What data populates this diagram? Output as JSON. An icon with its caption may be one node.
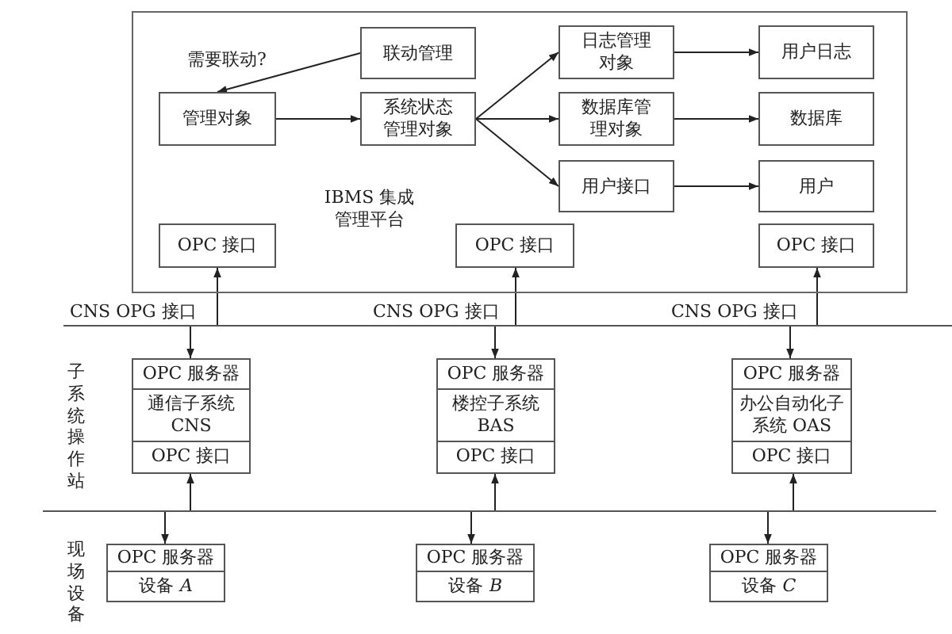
{
  "diagram": {
    "nodes": [
      {
        "text": [
          "IBMS 集成管理平台"
        ]
      },
      {
        "text": [
          "联动管理"
        ],
        "in": 0
      },
      {
        "text": [
          "管理对象"
        ],
        "in": 0
      },
      {
        "text": [
          "系统状态管理对象"
        ],
        "in": 0
      },
      {
        "text": [
          "日志管理对象"
        ],
        "in": 0
      },
      {
        "text": [
          "数据库管理对象"
        ],
        "in": 0
      },
      {
        "text": [
          "用户接口"
        ],
        "in": 0
      },
      {
        "text": [
          "用户日志"
        ],
        "in": 0
      },
      {
        "text": [
          "数据库"
        ],
        "in": 0
      },
      {
        "text": [
          "用户"
        ],
        "in": 0
      },
      {
        "text": [
          "OPC 接口"
        ],
        "in": 0
      },
      {
        "text": [
          "OPC 接口"
        ],
        "in": 0
      },
      {
        "text": [
          "OPC 接口"
        ],
        "in": 0
      },
      {
        "text": [],
        "shape": "bar"
      },
      {
        "text": [
          "OPC 服务器",
          "通信子系统 CNS",
          "OPC 接口"
        ]
      },
      {
        "text": [
          "OPC 服务器",
          "楼控子系统 BAS",
          "OPC 接口"
        ]
      },
      {
        "text": [
          "OPC 服务器",
          "办公自动化子系统 OAS",
          "OPC 接口"
        ]
      },
      {
        "text": [],
        "shape": "bar"
      },
      {
        "text": [
          "OPC 服务器",
          "设备 *A*"
        ]
      },
      {
        "text": [
          "OPC 服务器",
          "设备 *B*"
        ]
      },
      {
        "text": [
          "OPC 服务器",
          "设备 *C*"
        ]
      }
    ],
    "edges": [
      {
        "from": 1,
        "to": 2,
        "arrow": "to",
        "label": "需要联动?"
      },
      {
        "from": 2,
        "to": 3,
        "arrow": "to"
      },
      {
        "from": 3,
        "to": 4,
        "arrow": "to"
      },
      {
        "from": 3,
        "to": 5,
        "arrow": "to"
      },
      {
        "from": 3,
        "to": 6,
        "arrow": "to"
      },
      {
        "from": 4,
        "to": 7,
        "arrow": "to"
      },
      {
        "from": 5,
        "to": 8,
        "arrow": "to"
      },
      {
        "from": 6,
        "to": 9,
        "arrow": "to"
      },
      {
        "from": 13,
        "to": 10,
        "arrow": "to"
      },
      {
        "from": 13,
        "to": 11,
        "arrow": "to"
      },
      {
        "from": 13,
        "to": 12,
        "arrow": "to"
      },
      {
        "from": 13,
        "to": 14,
        "arrow": "to"
      },
      {
        "from": 13,
        "to": 15,
        "arrow": "to"
      },
      {
        "from": 13,
        "to": 16,
        "arrow": "to"
      },
      {
        "from": 17,
        "to": 14,
        "arrow": "to"
      },
      {
        "from": 17,
        "to": 15,
        "arrow": "to"
      },
      {
        "from": 17,
        "to": 16,
        "arrow": "to"
      },
      {
        "from": 17,
        "to": 18,
        "arrow": "to"
      },
      {
        "from": 17,
        "to": 19,
        "arrow": "to"
      },
      {
        "from": 17,
        "to": 20,
        "arrow": "to"
      }
    ],
    "labels": [
      "CNS OPG 接口",
      "CNS OPG 接口",
      "CNS OPG 接口",
      "子系统操作站",
      "现场设备"
    ]
  }
}
